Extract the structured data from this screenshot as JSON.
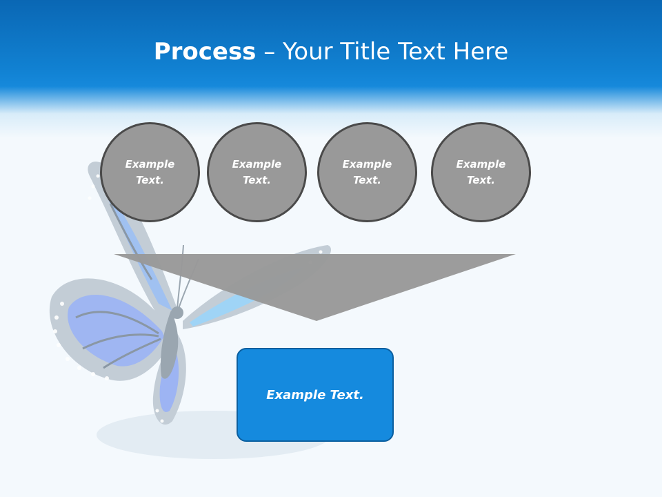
{
  "slide": {
    "title_bold": "Process",
    "title_rest": " – Your Title Text Here",
    "steps": [
      {
        "line1": "Example",
        "line2": "Text."
      },
      {
        "line1": "Example",
        "line2": "Text."
      },
      {
        "line1": "Example",
        "line2": "Text."
      },
      {
        "line1": "Example",
        "line2": "Text."
      }
    ],
    "result": "Example Text."
  },
  "colors": {
    "header_blue": "#1181d2",
    "circle_fill": "#999999",
    "circle_border": "#4a4a4a",
    "funnel_fill": "#999999",
    "box_fill": "#158ade",
    "box_border": "#0b5f9f"
  },
  "icons": {
    "background_image": "butterfly-icon"
  }
}
